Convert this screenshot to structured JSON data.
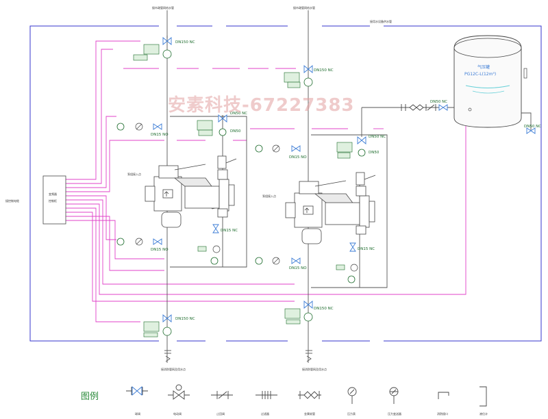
{
  "watermark": "安素科技-67227383",
  "pipes": {
    "top_left_label": "接市政管网给水管",
    "top_mid_label": "接市政管网给水管",
    "top_right_label": "接用水设备供水管",
    "bottom_left_label": "接消防管网及用水点",
    "bottom_mid_label": "接消防管网及用水点",
    "control_cable_label": "接控制电缆"
  },
  "valves": {
    "dn150_nc": "DN150 NC",
    "dn50_nc": "DN50 NC",
    "dn50": "DN50",
    "dn15_nc": "DN15 NC",
    "dn15_no": "DN15 NO"
  },
  "control_box": {
    "line1": "变频器",
    "line2": "控制柜"
  },
  "tank": {
    "label": "气压罐",
    "model": "PG12C-L(12m³)"
  },
  "pump_labels": {
    "left": "泵组接入点",
    "right": "泵组接入点"
  },
  "legend": {
    "title": "图例",
    "items": [
      {
        "label": "球阀"
      },
      {
        "label": "电动阀"
      },
      {
        "label": "止回阀"
      },
      {
        "label": "过滤器"
      },
      {
        "label": "金属软管"
      },
      {
        "label": "压力表"
      },
      {
        "label": "压力变送器"
      },
      {
        "label": "消防接口"
      },
      {
        "label": "液位计"
      }
    ]
  },
  "colors": {
    "pipe_blue": "#3333cc",
    "pipe_magenta": "#e040c8",
    "equipment_gray": "#555555",
    "label_green": "#1a6a2a",
    "valve_blue": "#3a7bd5",
    "watermark_pink": "#e2a0a0"
  }
}
